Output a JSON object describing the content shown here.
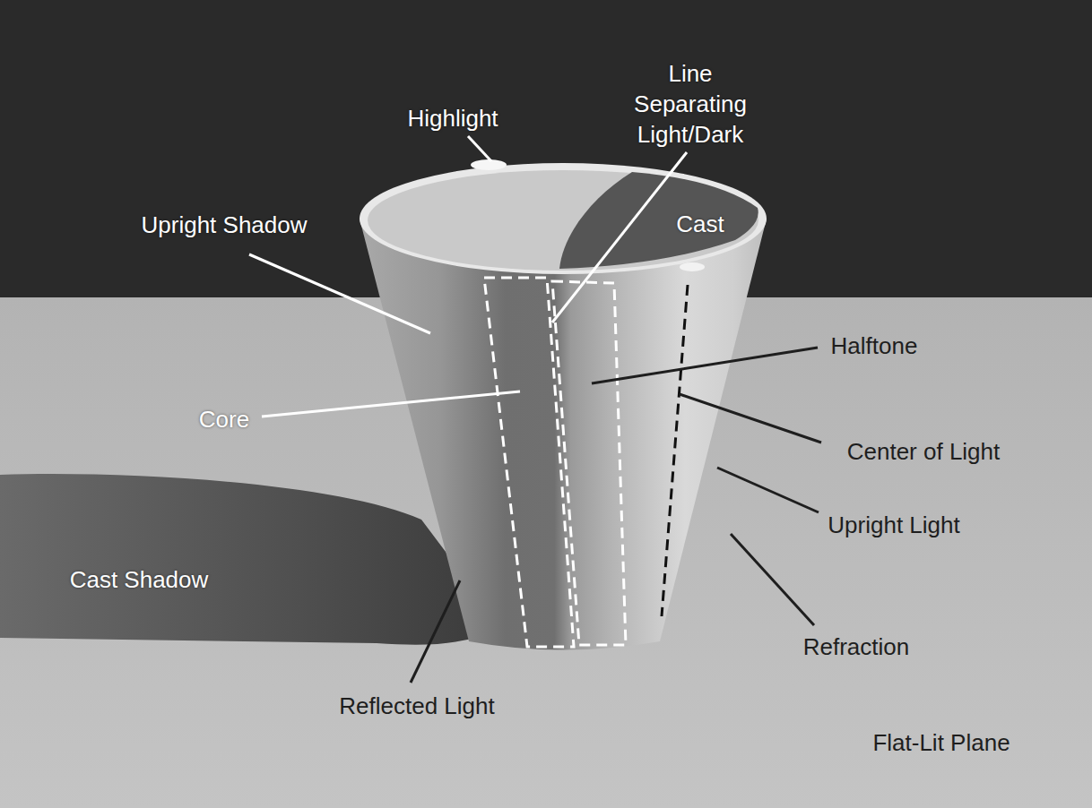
{
  "diagram": {
    "labels": [
      "Highlight",
      "Line Separating Light/Dark",
      "Upright Shadow",
      "Cast",
      "Halftone",
      "Core",
      "Center of Light",
      "Upright Light",
      "Cast Shadow",
      "Refraction",
      "Reflected Light",
      "Flat-Lit Plane"
    ]
  }
}
